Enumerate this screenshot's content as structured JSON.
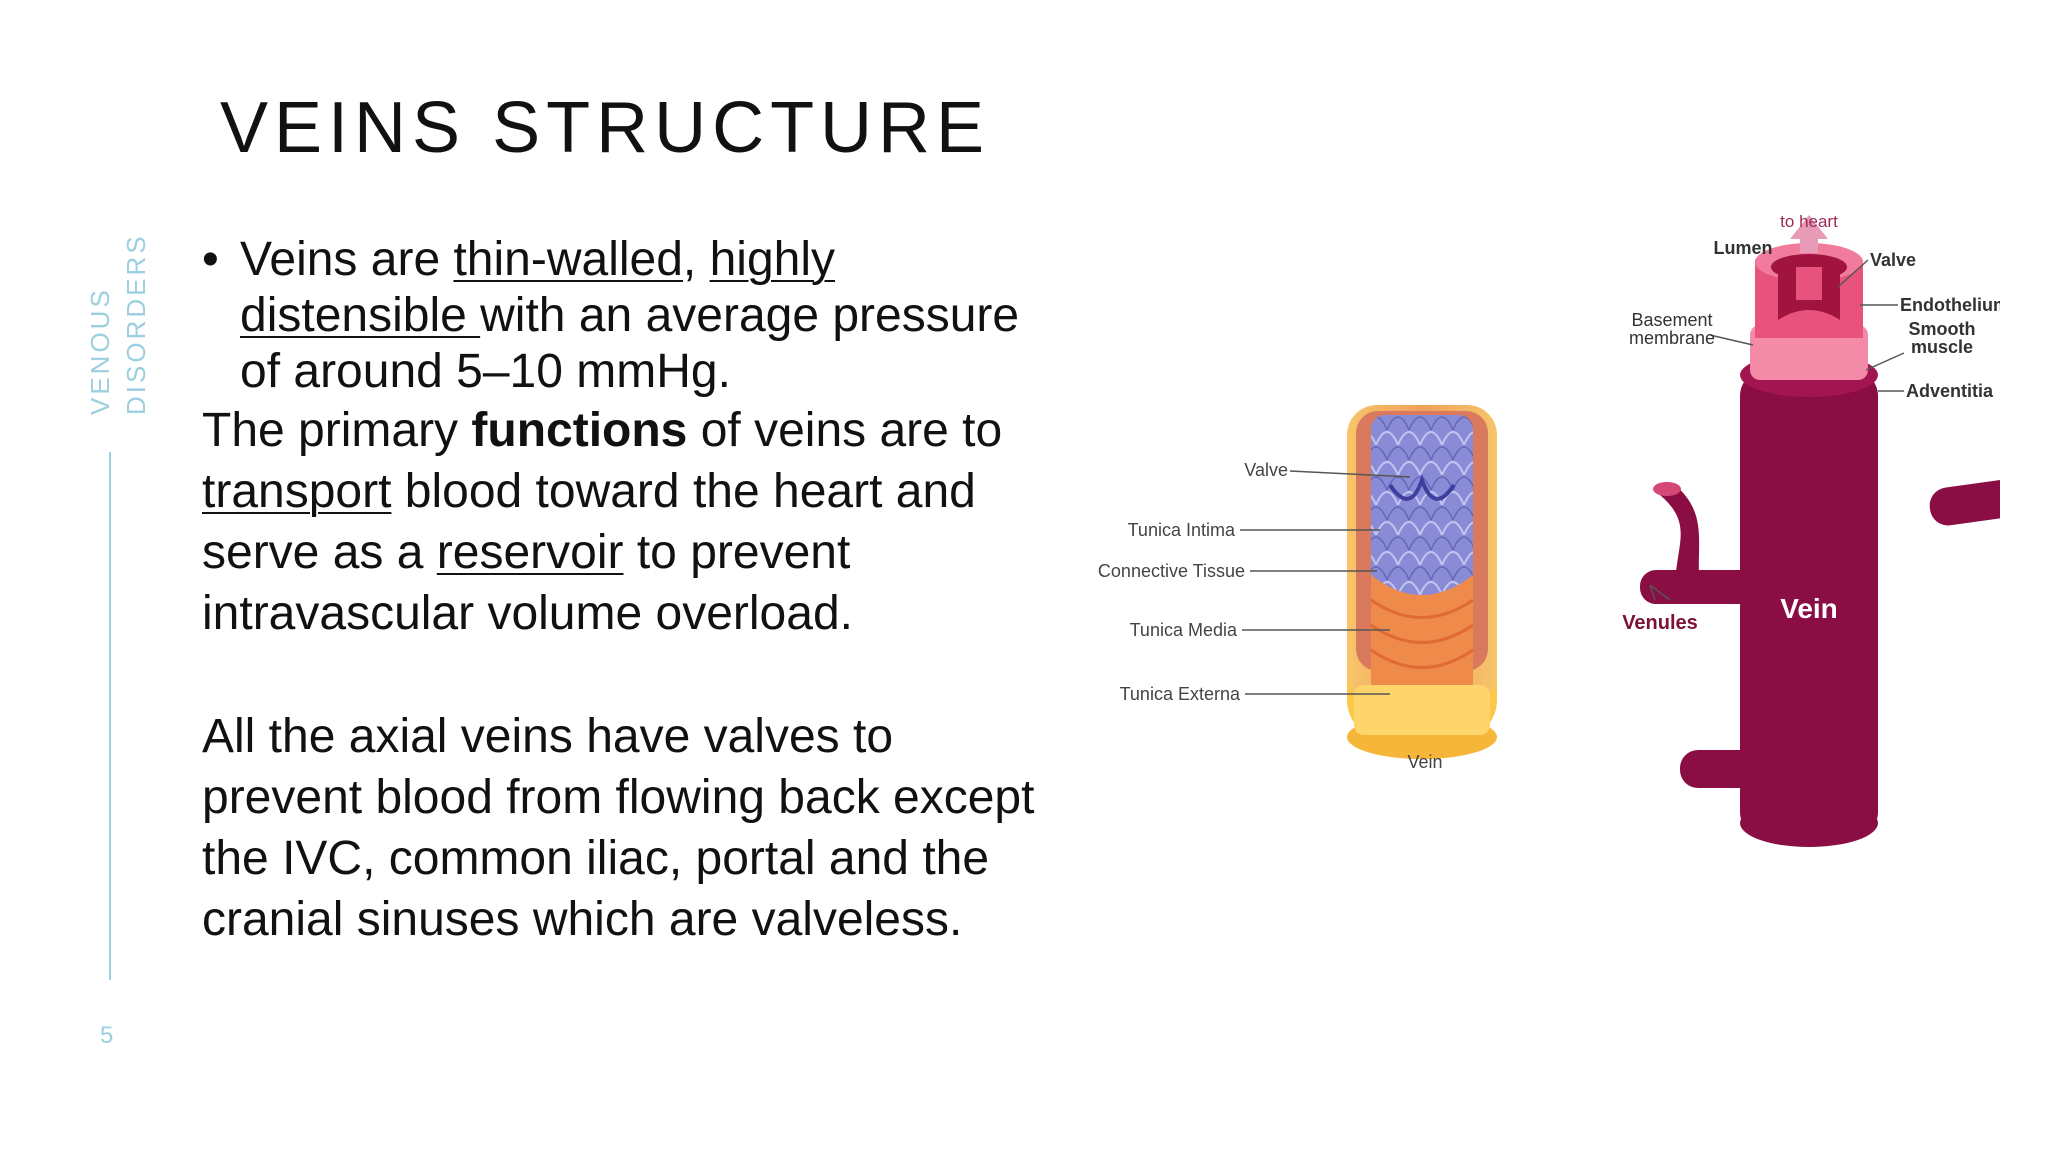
{
  "slide": {
    "title": "VEINS STRUCTURE",
    "side_label_line1": "VENOUS",
    "side_label_line2": "DISORDERS",
    "page_number": "5"
  },
  "content": {
    "bullet": {
      "t1": "Veins are ",
      "u1": "thin-walled",
      "t2": ", ",
      "u2": "highly distensible ",
      "t3": "with an average pressure of around 5–10 mmHg."
    },
    "p1": {
      "t1": "The primary ",
      "b1": "functions",
      "t2": " of veins are to ",
      "u1": "transport",
      "t3": " blood toward the heart and serve as a ",
      "u2": "reservoir",
      "t4": " to prevent intravascular volume overload."
    },
    "p2": "All the axial veins have valves to prevent blood from flowing back except the IVC, common iliac, portal and the cranial sinuses which are valveless."
  },
  "figure_left": {
    "labels": [
      "Valve",
      "Tunica Intima",
      "Connective Tissue",
      "Tunica Media",
      "Tunica Externa"
    ],
    "caption": "Vein"
  },
  "figure_right": {
    "to_heart": "to heart",
    "lumen": "Lumen",
    "valve": "Valve",
    "endothelium": "Endothelium",
    "basement_membrane_1": "Basement",
    "basement_membrane_2": "membrane",
    "smooth_muscle_1": "Smooth",
    "smooth_muscle_2": "muscle",
    "adventitia": "Adventitia",
    "venules": "Venules",
    "vein": "Vein"
  },
  "colors": {
    "accent": "#9ccfe0",
    "vein_dark": "#8a0d44",
    "vein_pink": "#e8537e",
    "label_maroon": "#7b1238",
    "intima_purple": "#7b7ccb",
    "media_orange": "#ee8a4a",
    "externa_yellow": "#fcc84a"
  }
}
